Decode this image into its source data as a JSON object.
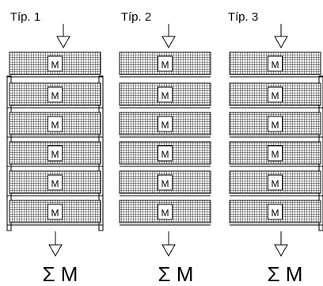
{
  "types": [
    {
      "label": "Típ. 1",
      "sum_label": "Σ M",
      "frame": "full"
    },
    {
      "label": "Típ. 2",
      "sum_label": "Σ M",
      "frame": "none"
    },
    {
      "label": "Típ. 3",
      "sum_label": "Σ M",
      "frame": "right"
    }
  ],
  "module_label": "M",
  "modules_per_stack": 6,
  "colors": {
    "stroke": "#000000",
    "grid": "#555555",
    "module_bg": "#ffffff"
  }
}
